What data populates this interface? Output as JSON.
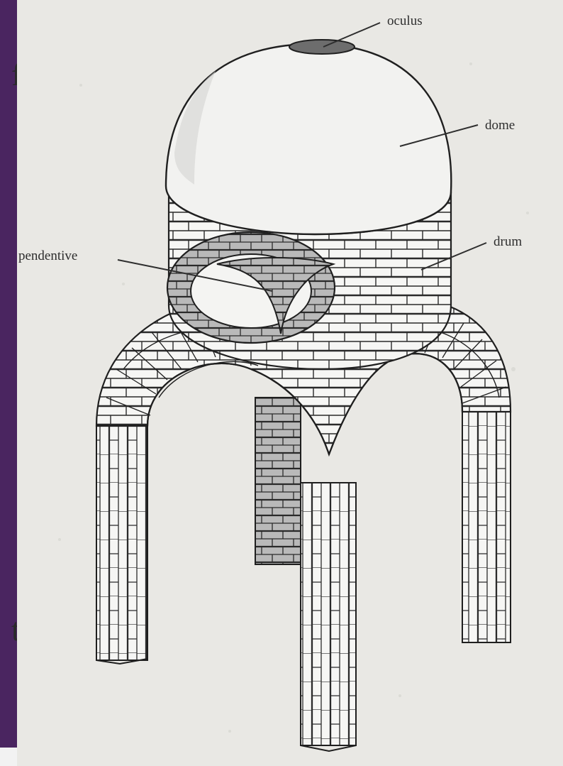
{
  "slide": {
    "side_letters": [
      "f",
      "t"
    ]
  },
  "diagram": {
    "labels": {
      "oculus": "oculus",
      "dome": "dome",
      "drum": "drum",
      "pendentive": "pendentive"
    }
  },
  "colors": {
    "slide_sidebar": "#4a2560",
    "paper": "#e9e8e4",
    "ink": "#2e2e2e",
    "shaded_masonry": "#bdbdbd"
  }
}
